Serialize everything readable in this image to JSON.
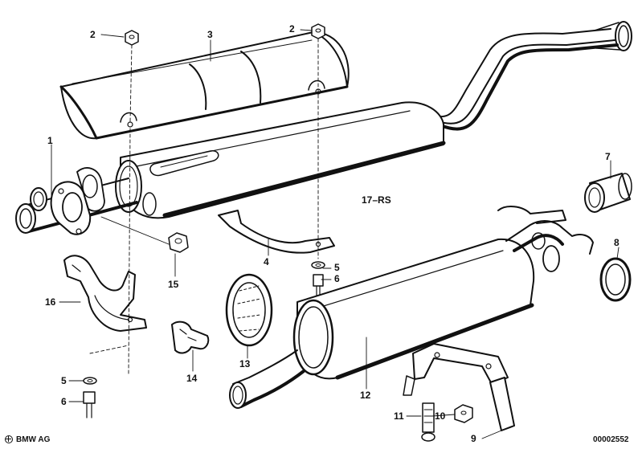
{
  "diagram": {
    "part_labels": {
      "p1": "1",
      "p2a": "2",
      "p2b": "2",
      "p3": "3",
      "p4": "4",
      "p5a": "5",
      "p5b": "5",
      "p6a": "6",
      "p6b": "6",
      "p7": "7",
      "p8": "8",
      "p9": "9",
      "p10": "10",
      "p11": "11",
      "p12": "12",
      "p13": "13",
      "p14": "14",
      "p15": "15",
      "p16": "16"
    },
    "variant_label": "17–RS",
    "brand": "BMW AG",
    "diagram_id": "00002552"
  }
}
